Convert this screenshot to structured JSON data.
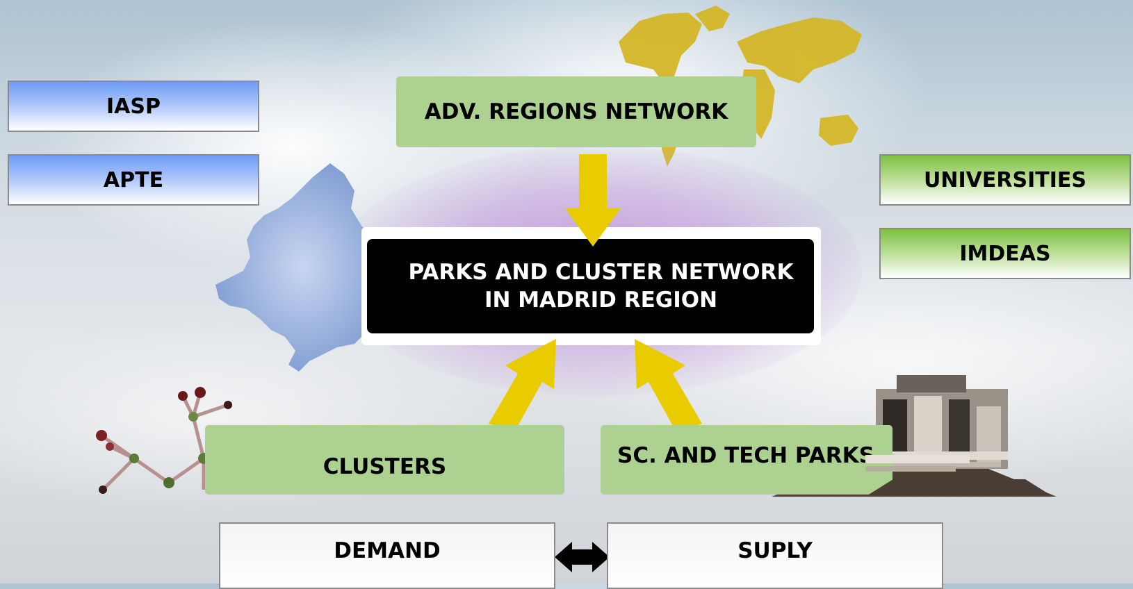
{
  "left_boxes": [
    {
      "label": "IASP"
    },
    {
      "label": "APTE"
    }
  ],
  "right_boxes": [
    {
      "label": "UNIVERSITIES"
    },
    {
      "label": "IMDEAS"
    }
  ],
  "top_box": {
    "label": "ADV. REGIONS NETWORK"
  },
  "center_box": {
    "label": "PARKS AND CLUSTER NETWORK\nIN MADRID REGION"
  },
  "lower_boxes": [
    {
      "label": "CLUSTERS"
    },
    {
      "label": "SC. AND TECH PARKS"
    }
  ],
  "bottom_boxes": [
    {
      "label": "DEMAND"
    },
    {
      "label": "SUPLY"
    }
  ],
  "colors": {
    "arrow": "#e8cc00",
    "green_box": "#acd190",
    "center": "#000000",
    "map": "#8aa6d6",
    "world_map": "#d4b522"
  }
}
